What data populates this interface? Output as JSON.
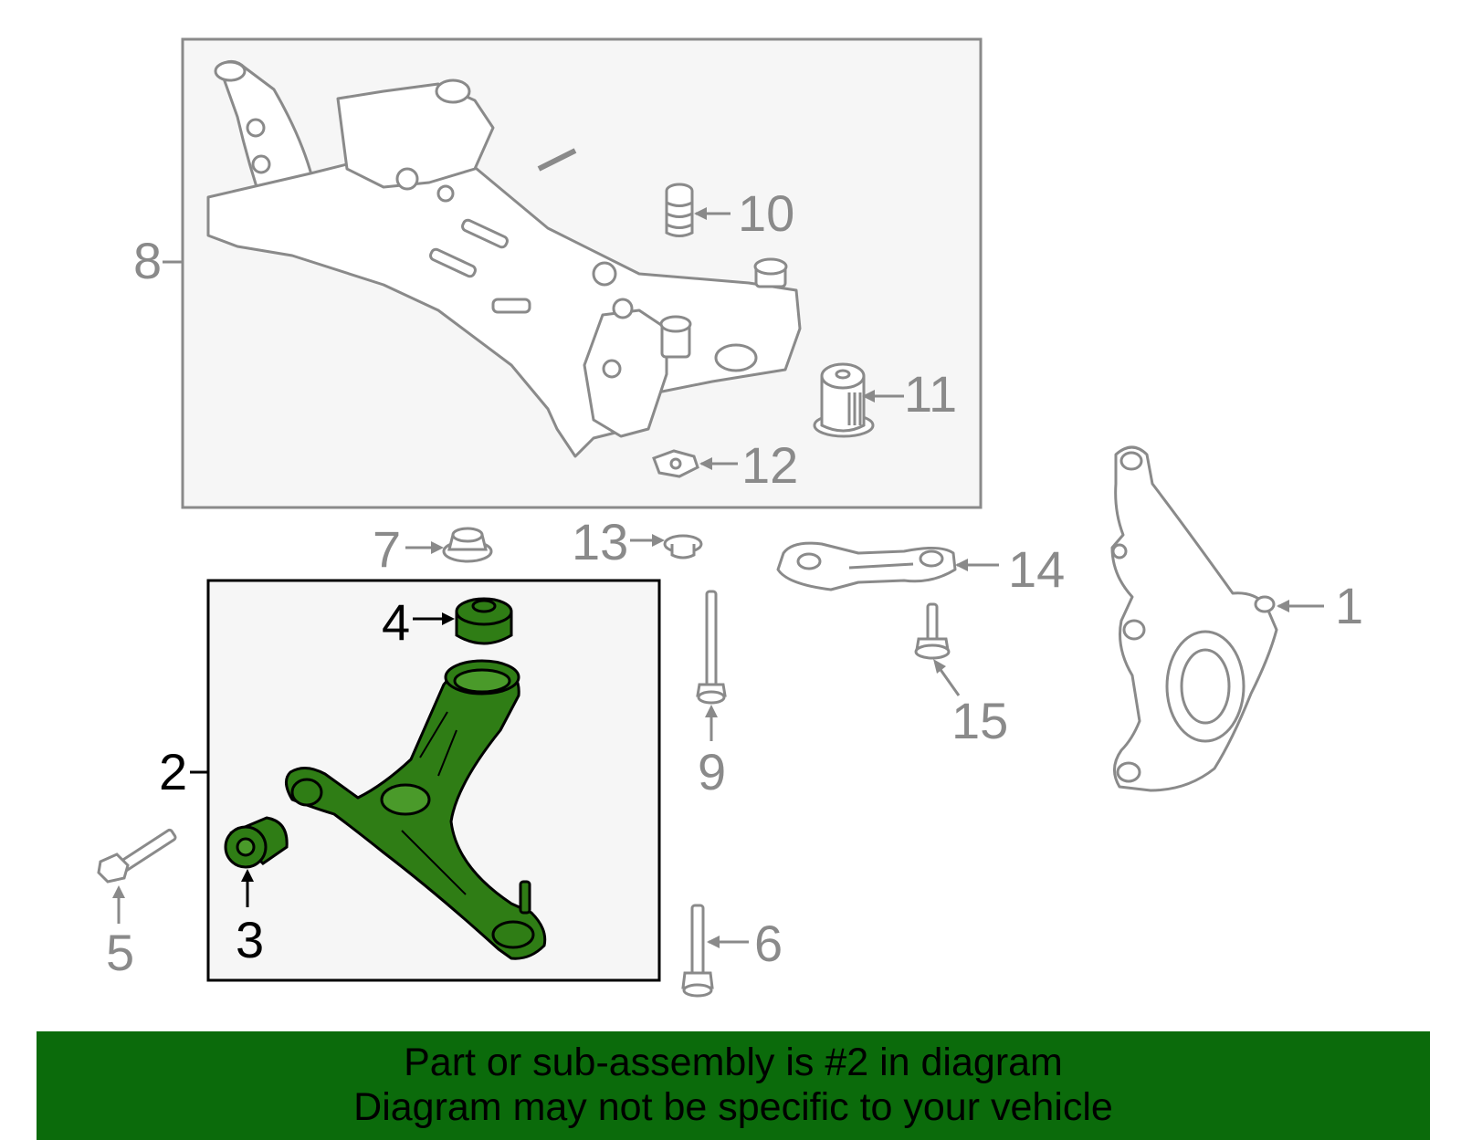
{
  "colors": {
    "part_fill": "#2f7d15",
    "outline_gray": "#8a8a8a",
    "box_fill": "#f6f6f6",
    "banner": "#0b6b0b",
    "callout_active": "#000000",
    "callout_inactive": "#8a8a8a"
  },
  "callouts": {
    "c1": "1",
    "c2": "2",
    "c3": "3",
    "c4": "4",
    "c5": "5",
    "c6": "6",
    "c7": "7",
    "c8": "8",
    "c9": "9",
    "c10": "10",
    "c11": "11",
    "c12": "12",
    "c13": "13",
    "c14": "14",
    "c15": "15"
  },
  "highlighted_part": "2",
  "banner": {
    "line1": "Part or sub-assembly is #2 in diagram",
    "line2": "Diagram may not be specific to your vehicle"
  }
}
